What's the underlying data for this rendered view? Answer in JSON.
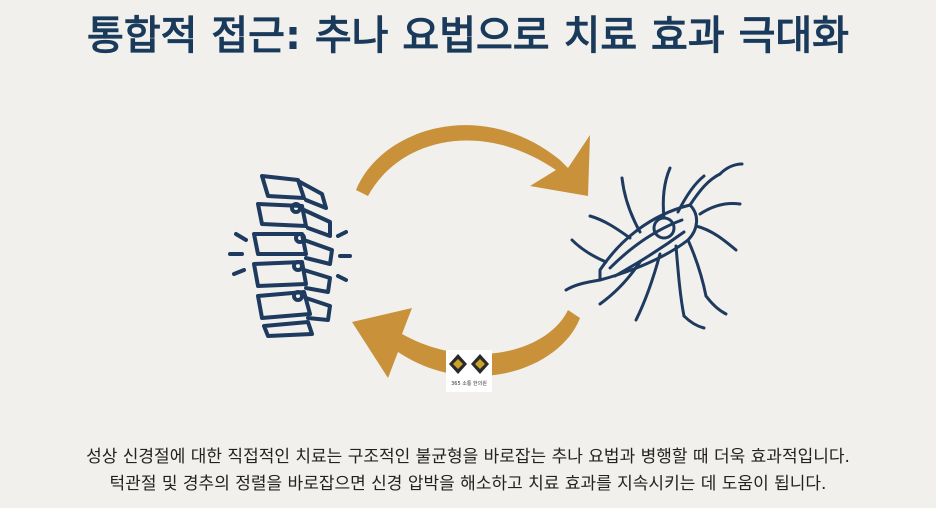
{
  "title": "통합적 접근: 추나 요법으로 치료 효과 극대화",
  "logo_text": "365 소통 한의원",
  "caption": {
    "line1": "성상 신경절에 대한 직접적인 치료는 구조적인 불균형을 바로잡는 추나 요법과 병행할 때 더욱 효과적입니다.",
    "line2": "턱관절 및 경추의 정렬을 바로잡으면 신경 압박을 해소하고 치료 효과를 지속시키는 데 도움이 됩니다."
  },
  "colors": {
    "title": "#1a3a5c",
    "icon_stroke": "#1e3a5f",
    "arrow": "#c8913a",
    "background": "#f1f0ec"
  },
  "icons": {
    "left": "spine-icon",
    "right": "nerve-ganglion-icon",
    "cycle": "circular-arrows-icon"
  }
}
